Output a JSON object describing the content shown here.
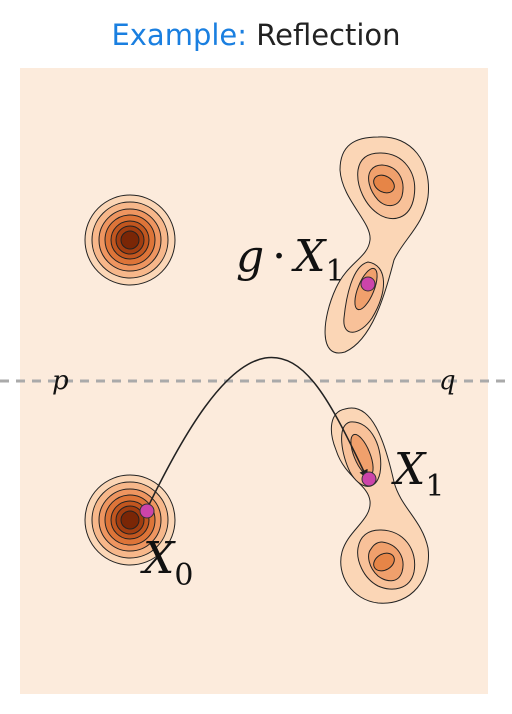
{
  "title": {
    "prefix": "Example:",
    "main": "Reflection"
  },
  "labels": {
    "reflected": {
      "g": "g",
      "dot": "·",
      "X": "X",
      "sub": "1"
    },
    "x1": {
      "X": "X",
      "sub": "1"
    },
    "x0": {
      "X": "X",
      "sub": "0"
    },
    "p": "p",
    "q": "q"
  },
  "colors": {
    "title_accent": "#1a7fe0",
    "background": "#fcebdc",
    "contour_light": "#f8c9a2",
    "contour_dark": "#7a2606",
    "point": "#cc44aa",
    "axis_line": "#aaaaaa"
  }
}
